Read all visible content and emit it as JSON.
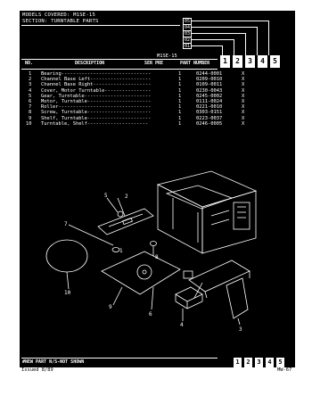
{
  "header": {
    "models_covered": "MODELS COVERED: M1SE-15",
    "section": "SECTION: TURNTABLE PARTS",
    "model_tabs": [
      "05",
      "04",
      "03",
      "02",
      "01"
    ],
    "model_name": "M1SE-15"
  },
  "columns": {
    "no": "NO.",
    "description": "DESCRIPTION",
    "ser_pre": "SER PRE",
    "part_number": "PART NUMBER",
    "version_boxes": [
      "1",
      "2",
      "3",
      "4",
      "5"
    ]
  },
  "parts": [
    {
      "no": "1",
      "desc": "Bearing-------------------------------",
      "qty": "1",
      "part": "0244-0001",
      "mark": "X"
    },
    {
      "no": "2",
      "desc": "Channel Base Left---------------------",
      "qty": "1",
      "part": "0209-0010",
      "mark": "X"
    },
    {
      "no": "3",
      "desc": "Channel Base Right--------------------",
      "qty": "1",
      "part": "0109-0011",
      "mark": "X"
    },
    {
      "no": "4",
      "desc": "Cover, Motor Turntable----------------",
      "qty": "1",
      "part": "0230-0043",
      "mark": "X"
    },
    {
      "no": "5",
      "desc": "Gear, Turntable-----------------------",
      "qty": "1",
      "part": "0245-0002",
      "mark": "X"
    },
    {
      "no": "6",
      "desc": "Motor, Turntable----------------------",
      "qty": "1",
      "part": "0111-0024",
      "mark": "X"
    },
    {
      "no": "7",
      "desc": "Roller--------------------------------",
      "qty": "1",
      "part": "0221-0010",
      "mark": "X"
    },
    {
      "no": "8",
      "desc": "Screw, Turntable----------------------",
      "qty": "1",
      "part": "0303-0151",
      "mark": "X"
    },
    {
      "no": "9",
      "desc": "Shelf, Turntable----------------------",
      "qty": "1",
      "part": "0223-0037",
      "mark": "X"
    },
    {
      "no": "10",
      "desc": "Turntable, Shelf---------------------",
      "qty": "1",
      "part": "0246-0005",
      "mark": "X"
    }
  ],
  "callouts": [
    "1",
    "2",
    "3",
    "4",
    "5",
    "6",
    "7",
    "8",
    "9",
    "10"
  ],
  "footer": {
    "legend": "#NEW PART  N/S-NOT SHOWN",
    "version_boxes": [
      "1",
      "2",
      "3",
      "4",
      "5"
    ],
    "issued": "Issued 8/89",
    "page": "MW-67"
  }
}
